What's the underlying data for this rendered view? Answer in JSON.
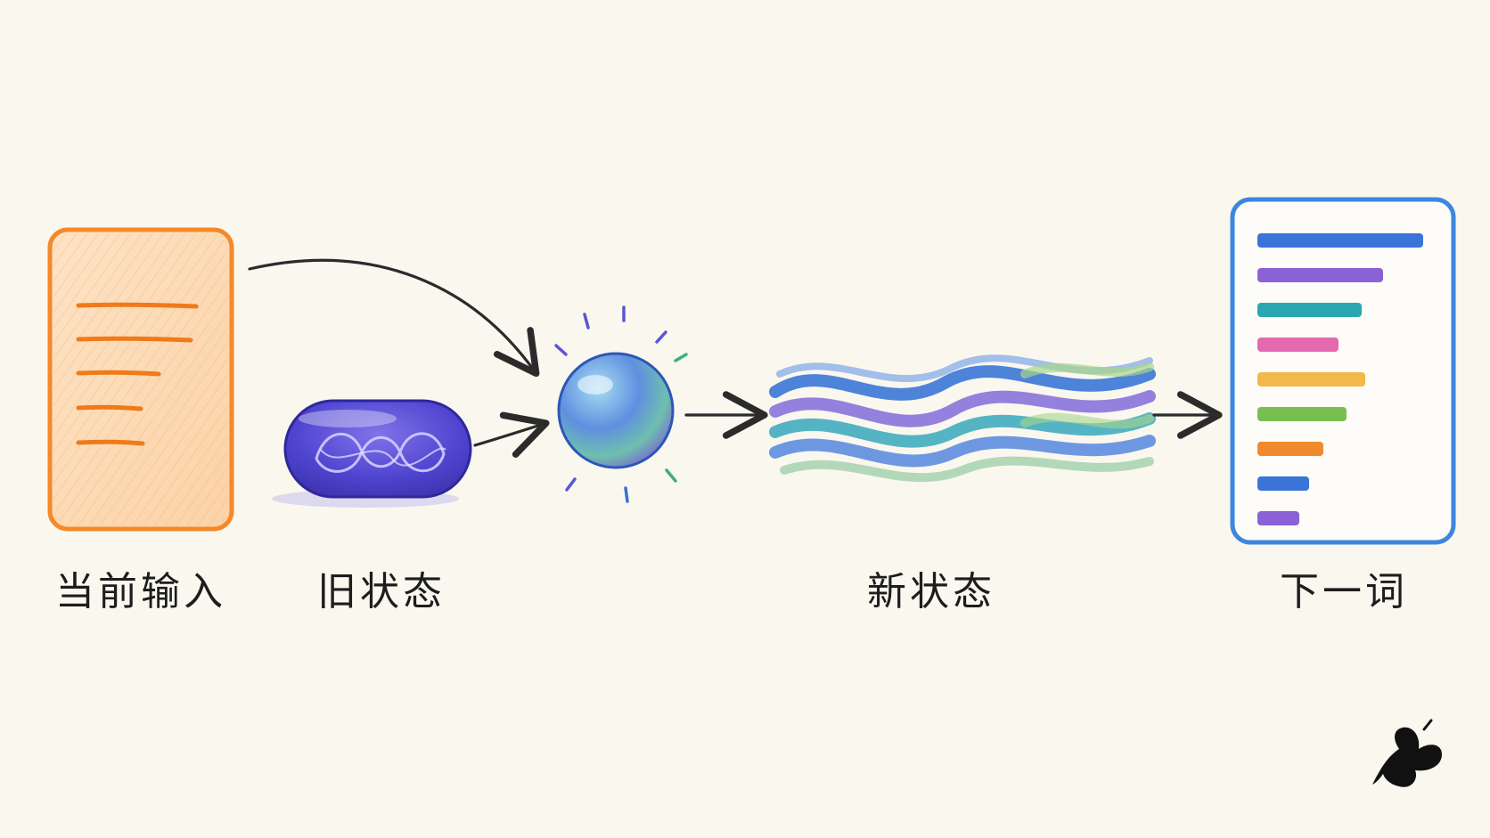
{
  "labels": {
    "current_input": "当前输入",
    "old_state": "旧状态",
    "new_state": "新状态",
    "next_word": "下一词"
  },
  "colors": {
    "background": "#faf7ef",
    "input_card": "#f5892a",
    "old_state_capsule": "#4a3fc4",
    "new_state_waves": [
      "#2f6fd6",
      "#7a63d8",
      "#2aa3b8",
      "#8cc79a"
    ],
    "output_panel": "#3d86e0",
    "arrows": "#2b2b2b"
  },
  "next_word_bars": [
    {
      "color": "#3a74d8",
      "fraction": 1.0
    },
    {
      "color": "#8a62d6",
      "fraction": 0.76
    },
    {
      "color": "#2aa7b0",
      "fraction": 0.63
    },
    {
      "color": "#e46ab0",
      "fraction": 0.49
    },
    {
      "color": "#f2b94a",
      "fraction": 0.65
    },
    {
      "color": "#78bf52",
      "fraction": 0.54
    },
    {
      "color": "#f08a2e",
      "fraction": 0.4
    },
    {
      "color": "#3a74d8",
      "fraction": 0.31
    },
    {
      "color": "#8a62d6",
      "fraction": 0.25
    }
  ],
  "icons": {
    "logo": "butterfly-icon"
  }
}
